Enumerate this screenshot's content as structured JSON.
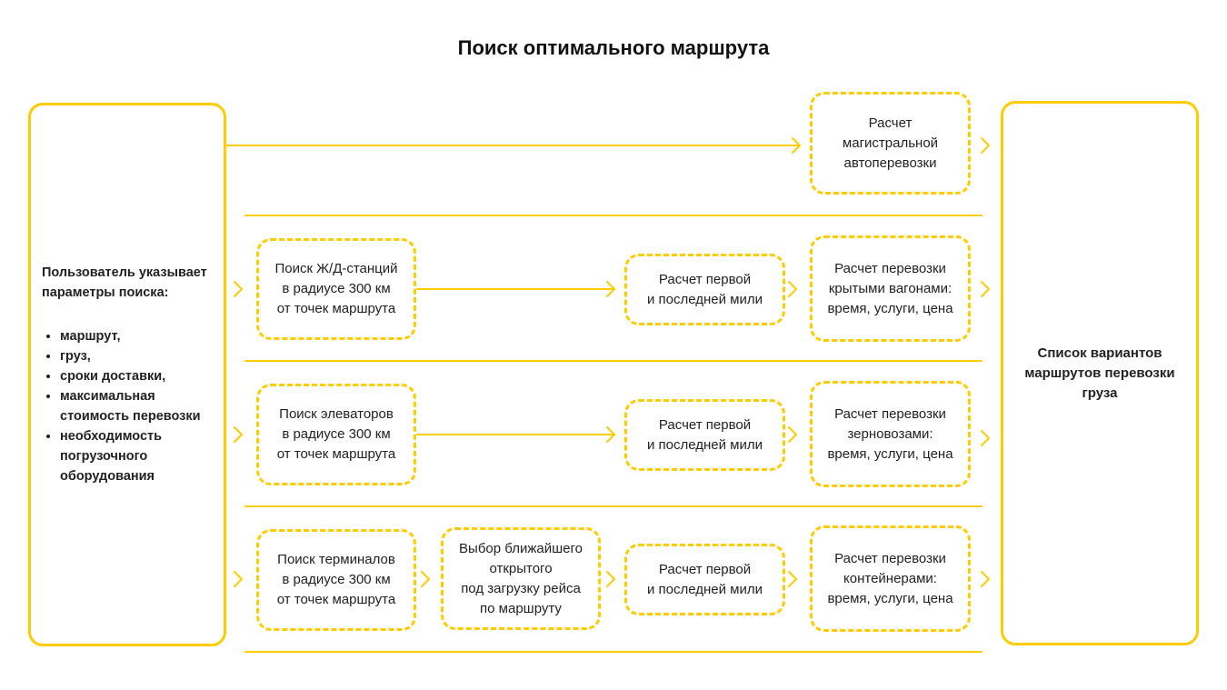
{
  "title": "Поиск оптимального маршрута",
  "left": {
    "heading": "Пользователь указывает параметры поиска:",
    "items": [
      "маршрут,",
      "груз,",
      "сроки доставки,",
      "максимальная стоимость перевозки",
      "необходимость погрузочного оборудования"
    ]
  },
  "right": {
    "label": "Список вариантов маршрутов перевозки груза"
  },
  "row_auto": {
    "calc": "Расчет\nмагистральной\nавтоперевозки"
  },
  "row_rail": {
    "search": "Поиск Ж/Д-станций\nв радиусе 300 км\nот точек маршрута",
    "mile": "Расчет первой\nи последней мили",
    "calc": "Расчет перевозки\nкрытыми вагонами:\nвремя, услуги, цена"
  },
  "row_grain": {
    "search": "Поиск элеваторов\nв радиусе 300 км\nот точек маршрута",
    "mile": "Расчет первой\nи последней мили",
    "calc": "Расчет перевозки\nзерновозами:\nвремя, услуги, цена"
  },
  "row_container": {
    "search": "Поиск терминалов\nв радиусе 300 км\nот точек маршрута",
    "select": "Выбор ближайшего\nоткрытого\nпод загрузку рейса\nпо маршруту",
    "mile": "Расчет первой\nи последней мили",
    "calc": "Расчет перевозки\nконтейнерами:\nвремя, услуги, цена"
  },
  "colors": {
    "accent": "#FFCC00",
    "text": "#222222",
    "background": "#FFFFFF"
  }
}
